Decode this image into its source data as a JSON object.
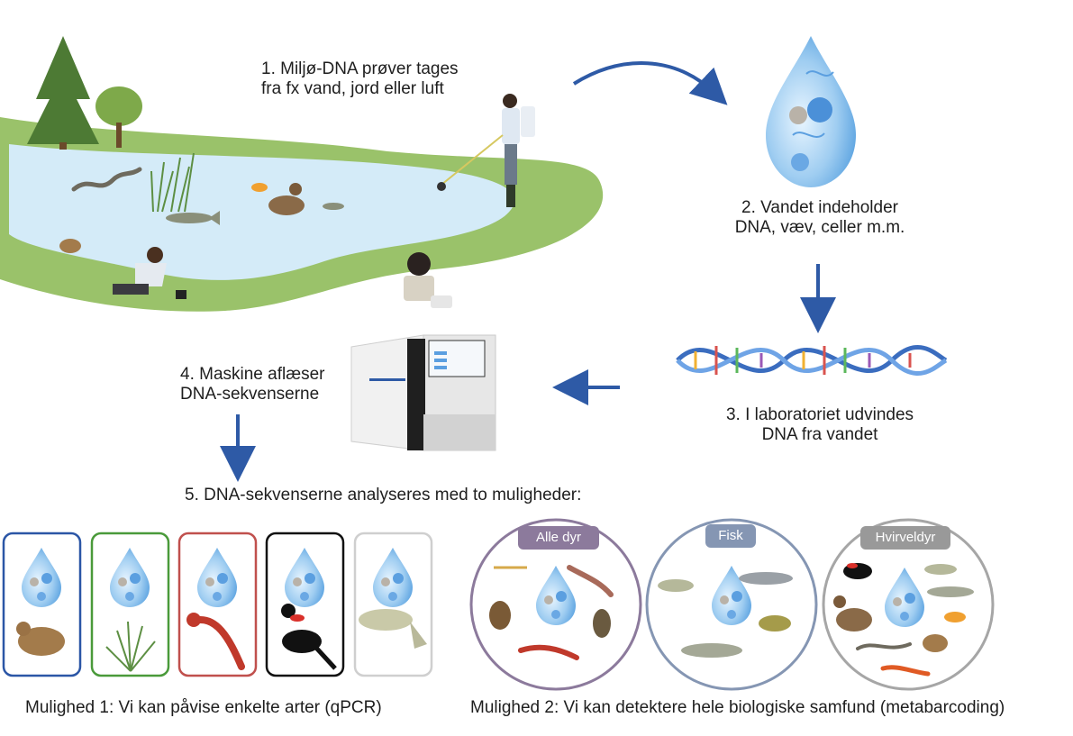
{
  "steps": {
    "step1": "1. Miljø-DNA prøver tages\nfra fx vand, jord eller luft",
    "step2": "2. Vandet indeholder\nDNA, væv, celler m.m.",
    "step3": "3. I laboratoriet udvindes\nDNA fra vandet",
    "step4": "4. Maskine aflæser\nDNA-sekvenserne",
    "step5": "5. DNA-sekvenserne analyseres med to muligheder:"
  },
  "option1": {
    "caption": "Mulighed 1: Vi kan påvise enkelte arter (qPCR)",
    "cards": [
      {
        "organism": "frog",
        "border": "#2b56a6"
      },
      {
        "organism": "grass",
        "border": "#4a9a3a"
      },
      {
        "organism": "crayfish",
        "border": "#c0504d"
      },
      {
        "organism": "red-winged-blackbird",
        "border": "#111111"
      },
      {
        "organism": "fish",
        "border": "#cfcfcf"
      }
    ]
  },
  "option2": {
    "caption": "Mulighed 2: Vi kan detektere hele biologiske samfund (metabarcoding)",
    "circles": [
      {
        "tag": "Alle dyr",
        "color": "#8c7a9c"
      },
      {
        "tag": "Fisk",
        "color": "#8596b3"
      },
      {
        "tag": "Hvirveldyr",
        "color": "#999999"
      }
    ]
  },
  "colors": {
    "arrow": "#2e5aa6",
    "water": "#cfe7f6",
    "grass": "#9ac26a",
    "drop": "#7db7e8"
  }
}
